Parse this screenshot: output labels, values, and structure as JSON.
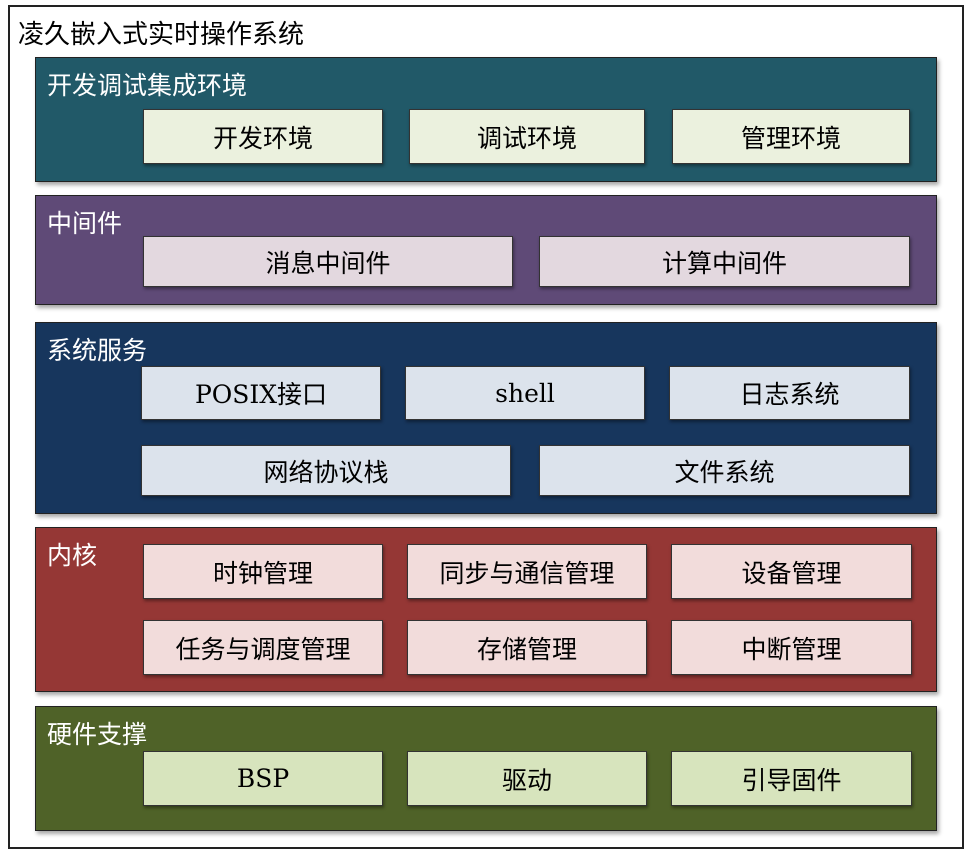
{
  "title": "凌久嵌入式实时操作系统",
  "colors": {
    "ide": "#215968",
    "middleware": "#5f4a77",
    "services": "#17365d",
    "kernel": "#953735",
    "hardware": "#4f6228"
  },
  "layers": [
    {
      "label": "开发调试集成环境",
      "items": [
        "开发环境",
        "调试环境",
        "管理环境"
      ]
    },
    {
      "label": "中间件",
      "items": [
        "消息中间件",
        "计算中间件"
      ]
    },
    {
      "label": "系统服务",
      "items": [
        "POSIX接口",
        "shell",
        "日志系统",
        "网络协议栈",
        "文件系统"
      ]
    },
    {
      "label": "内核",
      "items": [
        "时钟管理",
        "同步与通信管理",
        "设备管理",
        "任务与调度管理",
        "存储管理",
        "中断管理"
      ]
    },
    {
      "label": "硬件支撑",
      "items": [
        "BSP",
        "驱动",
        "引导固件"
      ]
    }
  ]
}
